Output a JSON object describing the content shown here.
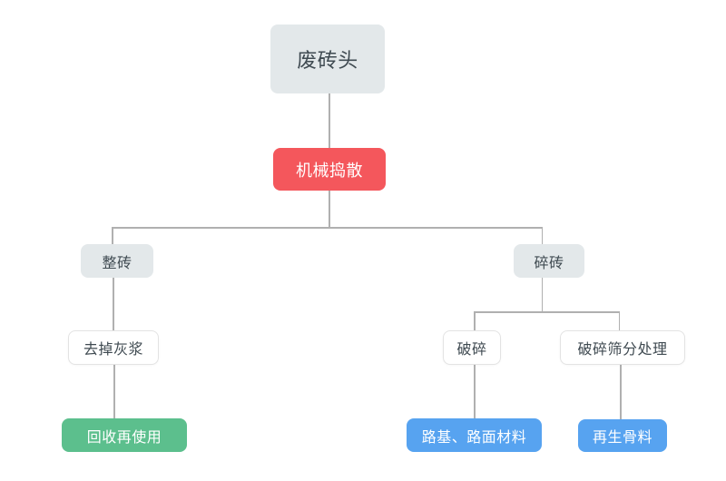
{
  "colors": {
    "node_gray_bg": "#e3e8ea",
    "accent_red": "#f4575c",
    "accent_green": "#5cbf8d",
    "accent_blue": "#57a3f0",
    "line": "#b0b0b0",
    "text_dark": "#3f4a51",
    "border_light": "#e3e3e3"
  },
  "flowchart": {
    "nodes": {
      "root": {
        "label": "废砖头"
      },
      "process": {
        "label": "机械捣散"
      },
      "whole_brick": {
        "label": "整砖"
      },
      "broken_brick": {
        "label": "碎砖"
      },
      "remove_mortar": {
        "label": "去掉灰浆"
      },
      "crush": {
        "label": "破碎"
      },
      "crush_screen": {
        "label": "破碎筛分处理"
      },
      "reuse": {
        "label": "回收再使用"
      },
      "road_material": {
        "label": "路基、路面材料"
      },
      "recycled_aggregate": {
        "label": "再生骨料"
      }
    }
  }
}
